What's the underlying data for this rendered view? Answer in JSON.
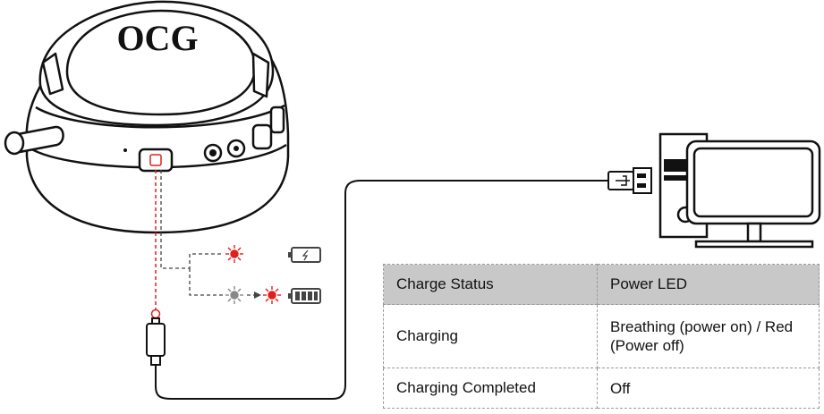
{
  "brand": {
    "logo_text": "OCG"
  },
  "table": {
    "headers": [
      "Charge Status",
      "Power LED"
    ],
    "rows": [
      {
        "status": "Charging",
        "led": "Breathing (power on) / Red (Power off)"
      },
      {
        "status": "Charging Completed",
        "led": "Off"
      }
    ]
  },
  "colors": {
    "led_red": "#e0201b",
    "line": "#111111",
    "dashed_red": "#e0201b",
    "table_header_bg": "#c8c8c8"
  },
  "icons": [
    "headset",
    "usb-c-plug",
    "usb-a-plug",
    "computer",
    "battery-charging",
    "battery-full",
    "red-led",
    "grey-led"
  ]
}
